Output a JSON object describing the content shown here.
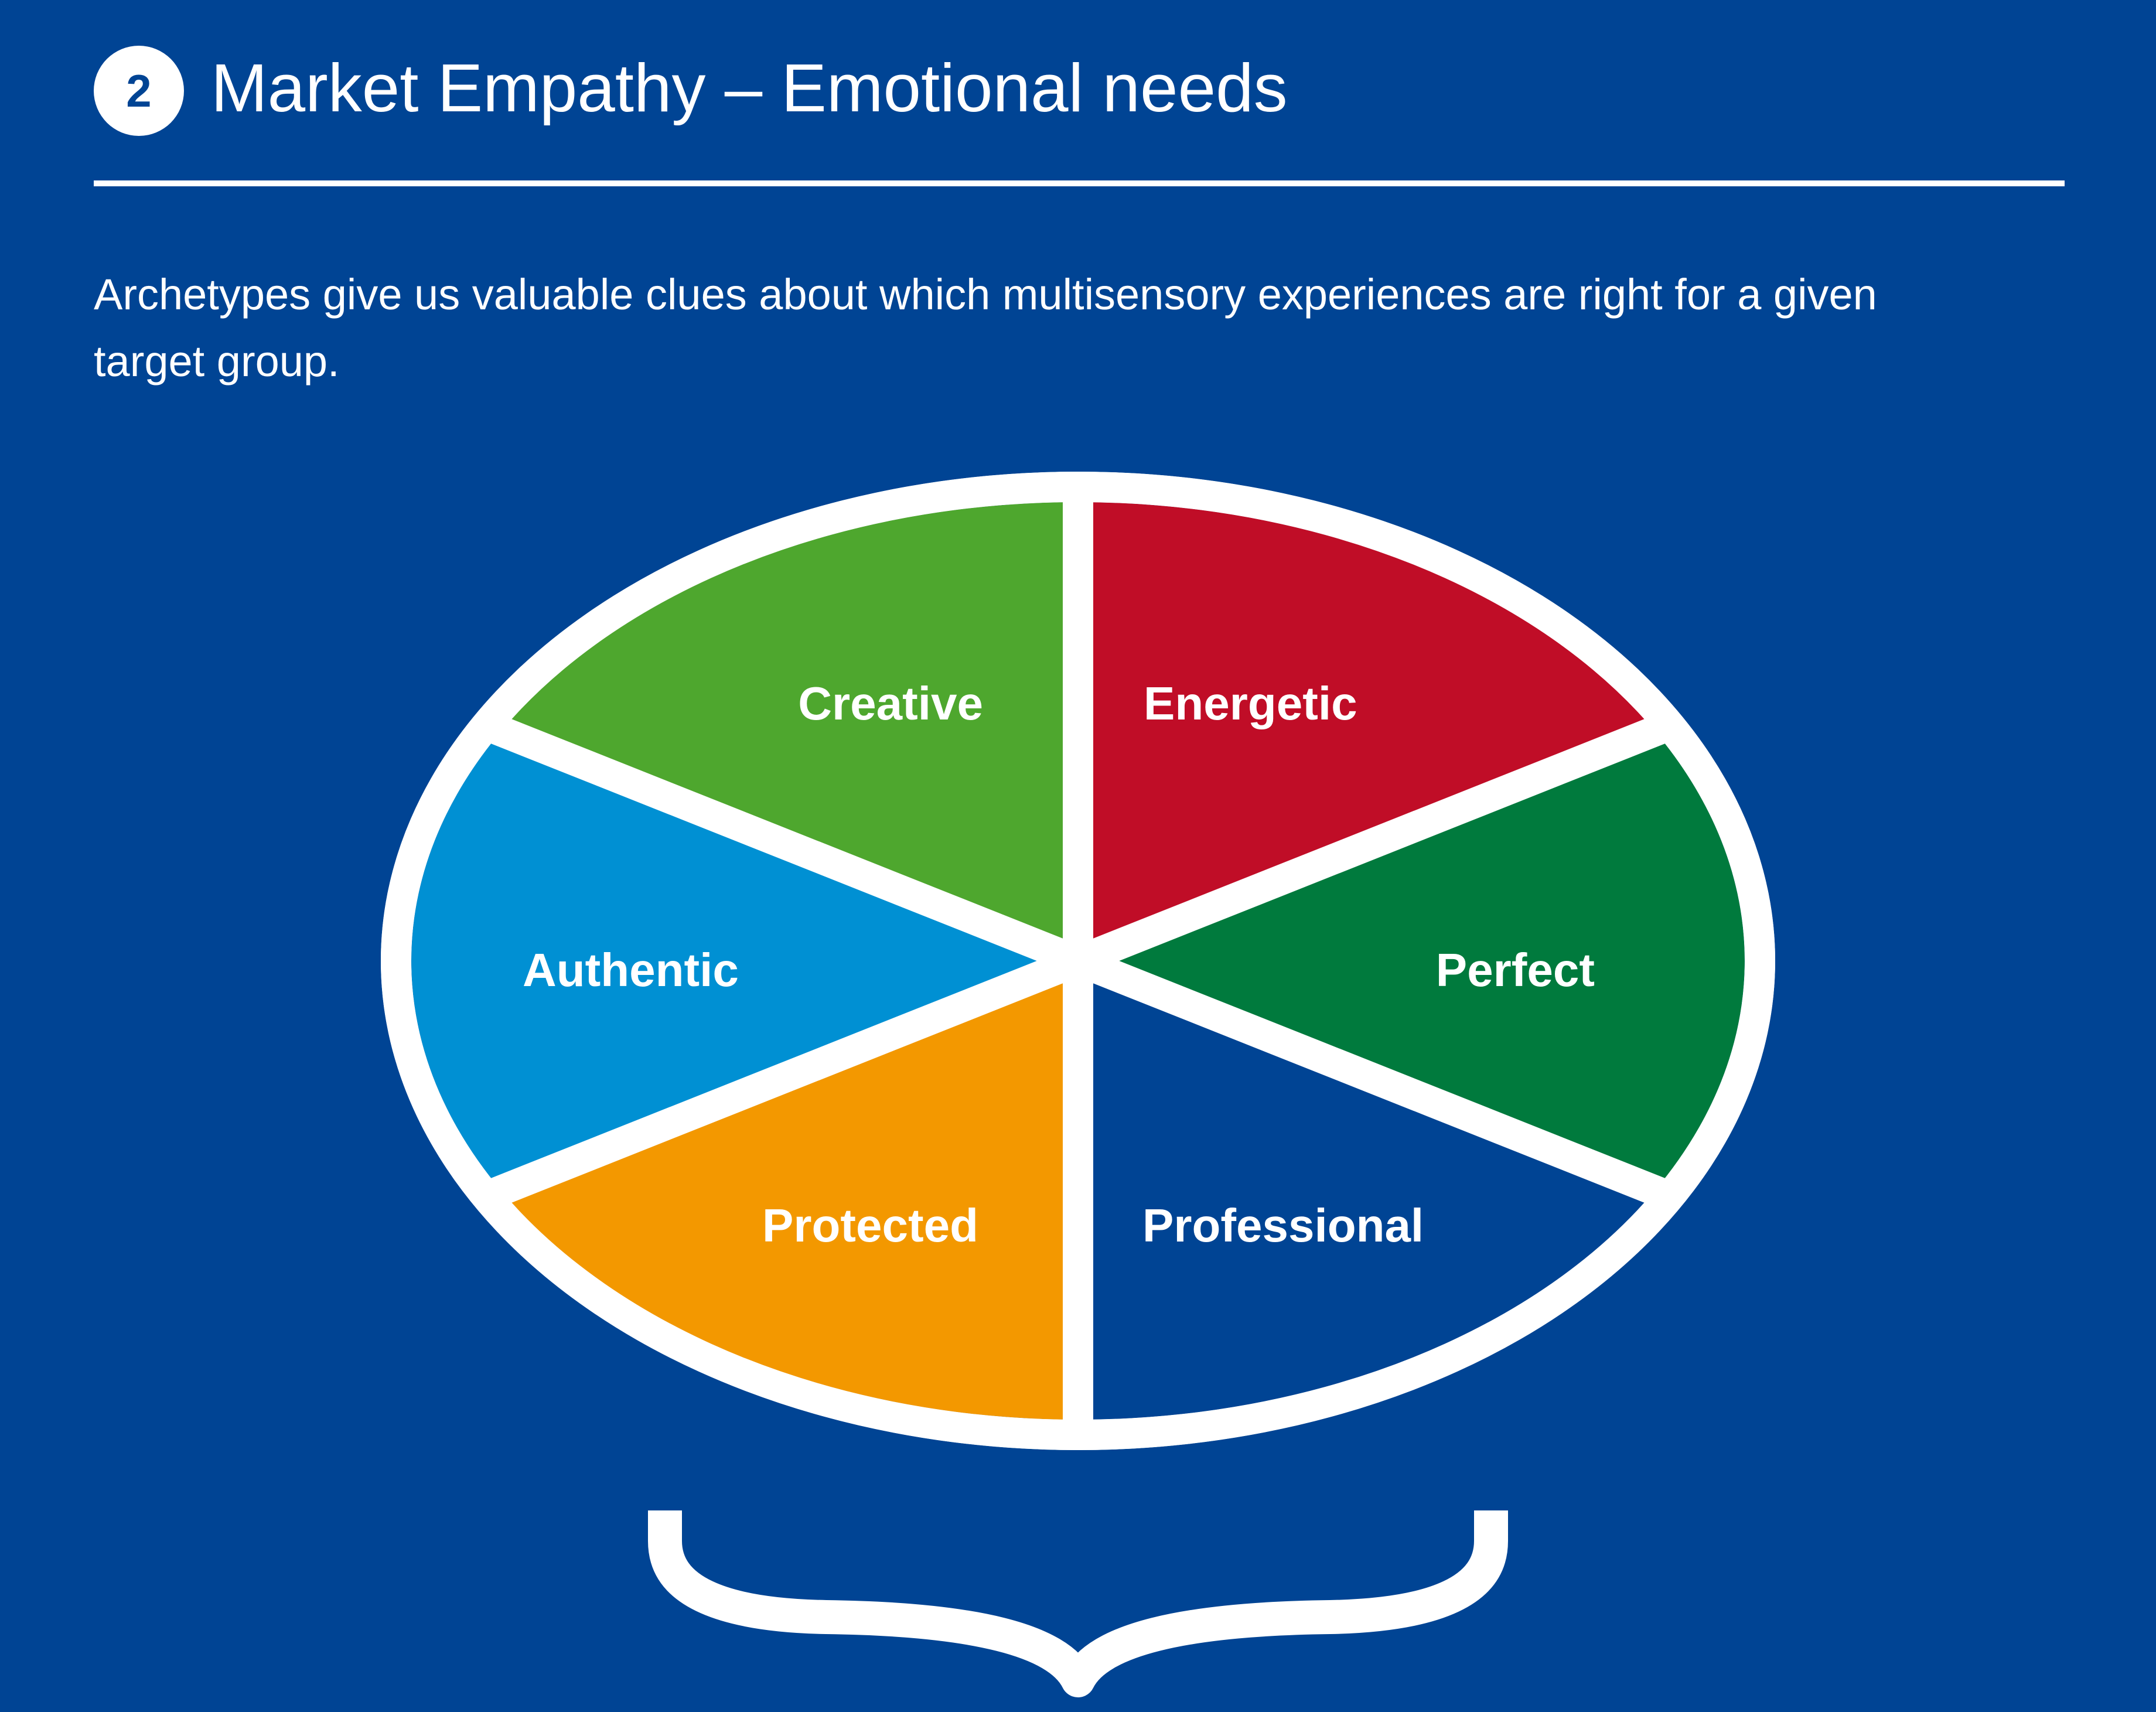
{
  "header": {
    "step_number": "2",
    "title": "Market Empathy – Emotional needs"
  },
  "intro": {
    "text": "Archetypes give us valuable clues about which multisensory experiences are right for a given target group."
  },
  "colors": {
    "background": "#004494",
    "creative": "#4ea72e",
    "energetic": "#c00d27",
    "perfect": "#007a3d",
    "professional": "#004494",
    "protected": "#f39800",
    "authentic": "#0090d3"
  },
  "archetypes": {
    "creative": "Creative",
    "energetic": "Energetic",
    "perfect": "Perfect",
    "professional": "Professional",
    "protected": "Protected",
    "authentic": "Authentic"
  },
  "icons": {
    "brace": "curly-brace-icon"
  }
}
